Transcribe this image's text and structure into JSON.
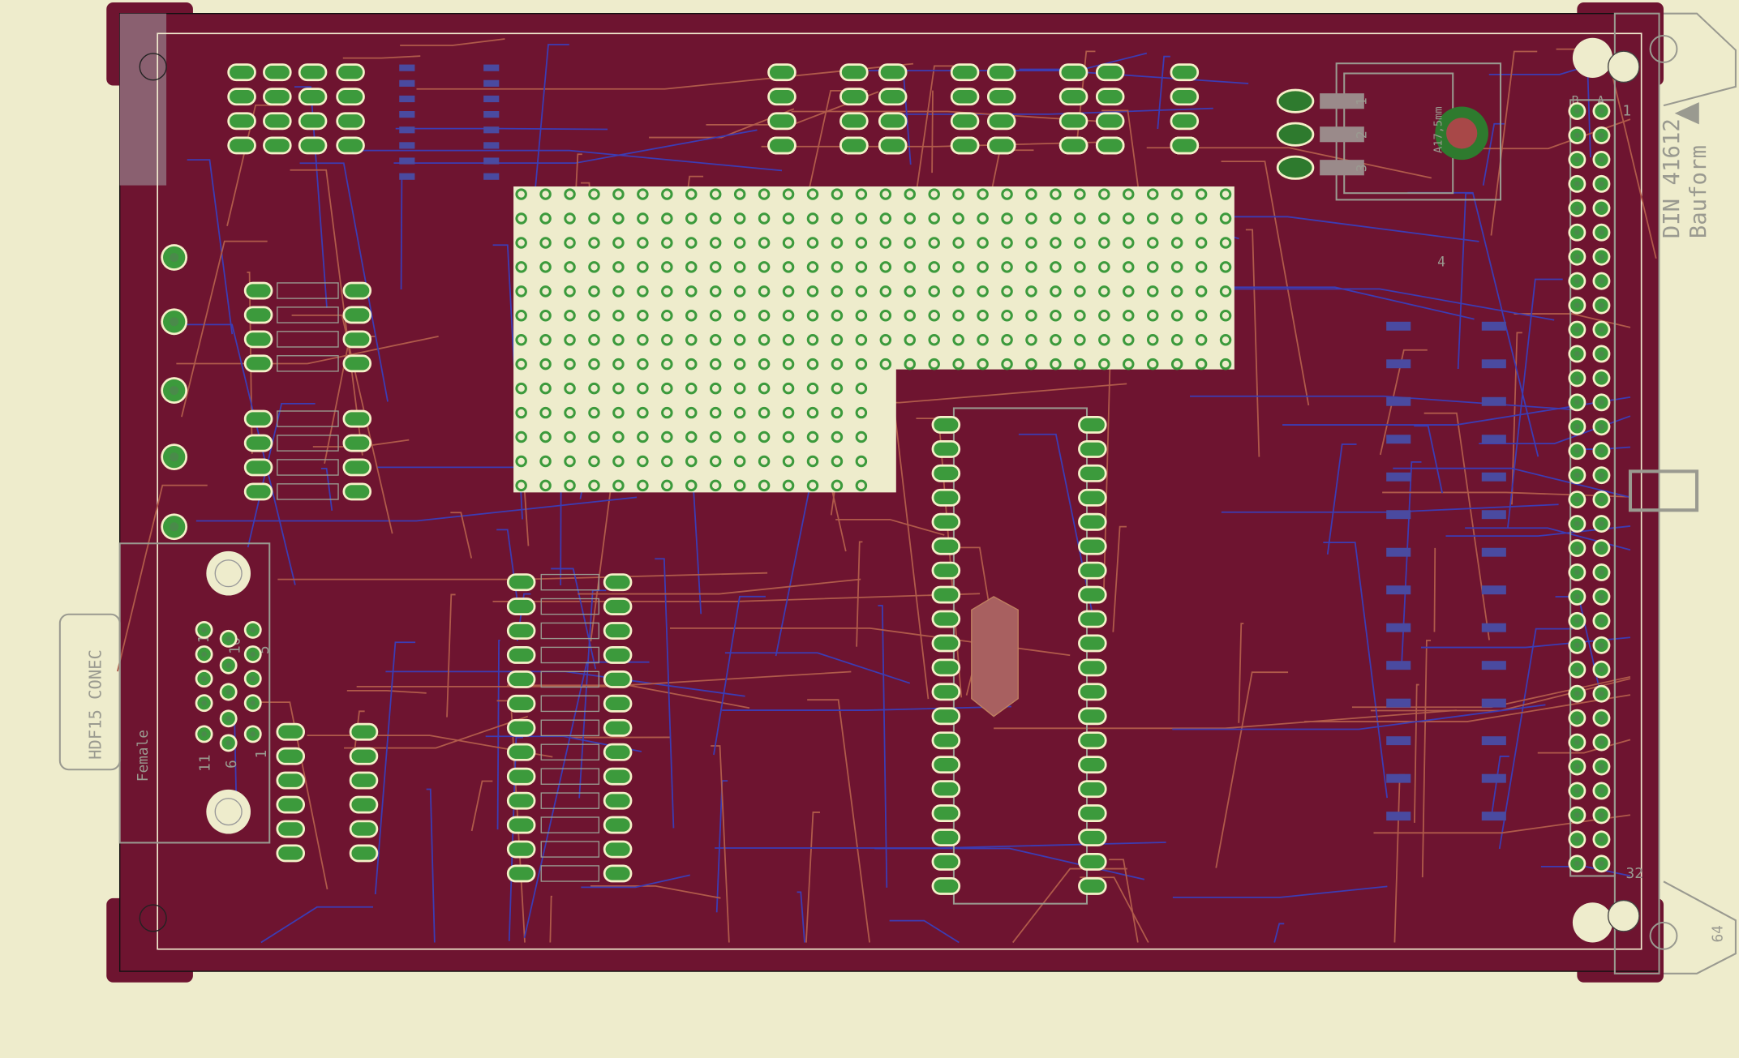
{
  "colors": {
    "background": "#eeeccc",
    "board": "#6e1430",
    "top_trace": "#b05a4a",
    "bottom_trace": "#3c3cb4",
    "pad": "#3c9a3c",
    "pad_ring": "#f5f0c8",
    "silk": "#9a9a90"
  },
  "din_connector": {
    "name": "DIN 41612",
    "subtitle": "Bauform",
    "pin_first": "1",
    "pin_row_end": "32",
    "pin_last": "64",
    "row_b": "B",
    "row_a": "A",
    "rows": 32
  },
  "dsub_connector": {
    "name": "HDF15 CONEC",
    "gender": "Female",
    "pin_15": "15",
    "pin_10": "10",
    "pin_5": "5",
    "pin_11": "11",
    "pin_6": "6",
    "pin_1": "1"
  },
  "regulator": {
    "pin_1": "1",
    "pin_2": "2",
    "pin_3": "3",
    "heatsink": "A17,5mm"
  },
  "diode_label": "4",
  "perfboard": {
    "cols": 30,
    "rows": 13,
    "cutout_cols": 15,
    "cutout_rows": 5
  },
  "dip_ic": {
    "pins_per_side": 20
  }
}
